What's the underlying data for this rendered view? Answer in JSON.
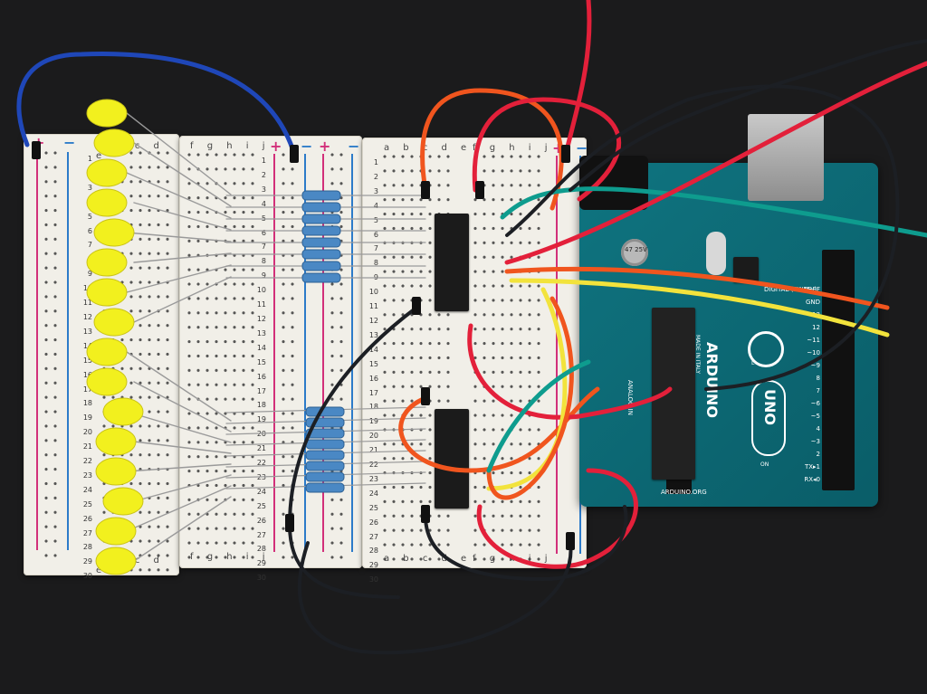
{
  "breadboard": {
    "left_columns": "a b c d e",
    "middle_columns": "f g h i j",
    "right_columns_top": "a b c d e",
    "right_columns_bottom": "f g h i j",
    "rows": [
      "1",
      "2",
      "3",
      "4",
      "5",
      "6",
      "7",
      "8",
      "9",
      "10",
      "11",
      "12",
      "13",
      "14",
      "15",
      "16",
      "17",
      "18",
      "19",
      "20",
      "21",
      "22",
      "23",
      "24",
      "25",
      "26",
      "27",
      "28",
      "29",
      "30"
    ],
    "plus_symbol": "+",
    "minus_symbol": "−"
  },
  "arduino": {
    "brand": "ARDUINO",
    "model": "UNO",
    "made_in": "MADE IN ITALY",
    "url": "ARDUINO.ORG",
    "cap_label": "47 25V",
    "digital_label": "DIGITAL (PWM~)",
    "pin_labels": [
      "AREF",
      "GND",
      "13",
      "12",
      "~11",
      "~10",
      "~9",
      "8",
      "7",
      "~6",
      "~5",
      "4",
      "~3",
      "2",
      "TX▸1",
      "RX◂0"
    ],
    "analog_label": "ANALOG IN",
    "on_label": "ON",
    "l_label": "L"
  },
  "colors": {
    "board": "#0f7480",
    "led": "#f2f01e",
    "resistor": "#4a88c4",
    "wire_red": "#e3203a",
    "wire_orange": "#f0551e",
    "wire_yellow": "#f2e33c",
    "wire_teal": "#0e9c8e",
    "wire_black": "#1c1f24",
    "wire_blue": "#1f47b8"
  }
}
